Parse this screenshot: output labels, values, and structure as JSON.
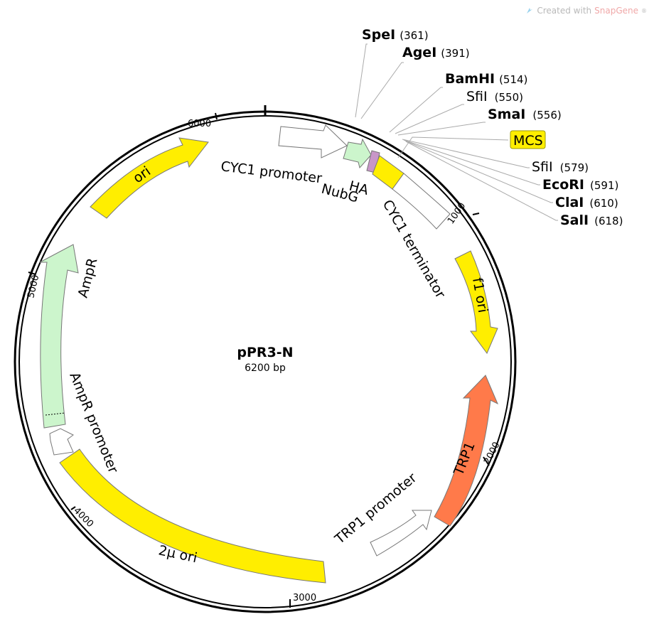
{
  "watermark": {
    "prefix": "Created with",
    "brand": "SnapGene",
    "reg": "®"
  },
  "plasmid": {
    "name": "pPR3-N",
    "length": "6200 bp"
  },
  "ticks": [
    "1000",
    "2000",
    "3000",
    "4000",
    "5000",
    "6000"
  ],
  "features": [
    {
      "id": "cyc1-promoter",
      "label": "CYC1 promoter",
      "color": "#ffffff"
    },
    {
      "id": "ha",
      "label": "HA",
      "color": "#ccf5cc"
    },
    {
      "id": "nubg",
      "label": "NubG",
      "color": "#c896c8"
    },
    {
      "id": "cyc1-terminator",
      "label": "CYC1 terminator",
      "color": "#ffee00"
    },
    {
      "id": "f1-ori",
      "label": "f1 ori",
      "color": "#ffee00"
    },
    {
      "id": "trp1",
      "label": "TRP1",
      "color": "#ff7a4a"
    },
    {
      "id": "trp1-promoter",
      "label": "TRP1 promoter",
      "color": "#ffffff"
    },
    {
      "id": "two-micron-ori",
      "label": "2μ ori",
      "color": "#ffee00"
    },
    {
      "id": "ampr-promoter",
      "label": "AmpR promoter",
      "color": "#ffffff"
    },
    {
      "id": "ampr",
      "label": "AmpR",
      "color": "#ccf5cc"
    },
    {
      "id": "ori",
      "label": "ori",
      "color": "#ffee00"
    }
  ],
  "sites": [
    {
      "name": "SpeI",
      "pos": "(361)",
      "bold": true
    },
    {
      "name": "AgeI",
      "pos": "(391)",
      "bold": true
    },
    {
      "name": "BamHI",
      "pos": "(514)",
      "bold": true
    },
    {
      "name": "SfiI",
      "pos": "(550)",
      "bold": false
    },
    {
      "name": "SmaI",
      "pos": "(556)",
      "bold": true
    },
    {
      "name": "SfiI",
      "pos": "(579)",
      "bold": false
    },
    {
      "name": "EcoRI",
      "pos": "(591)",
      "bold": true
    },
    {
      "name": "ClaI",
      "pos": "(610)",
      "bold": true
    },
    {
      "name": "SalI",
      "pos": "(618)",
      "bold": true
    }
  ],
  "mcs": {
    "label": "MCS",
    "color": "#ffee00"
  }
}
